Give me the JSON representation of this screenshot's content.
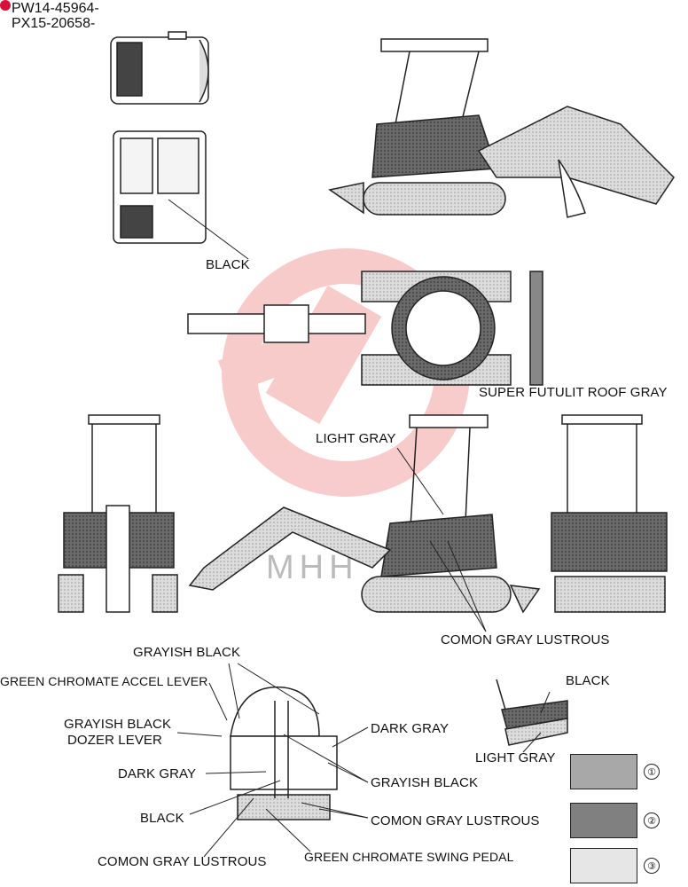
{
  "part_codes": [
    "PW14-45964-",
    "PX15-20658-"
  ],
  "labels": {
    "black_cab": "BLACK",
    "roof_gray": "SUPER FUTULIT ROOF GRAY",
    "light_gray_side": "LIGHT GRAY",
    "comon_gray_side": "COMON GRAY LUSTROUS",
    "grayish_black_top": "GRAYISH BLACK",
    "green_accel": "GREEN CHROMATE ACCEL LEVER",
    "grayish_black_dozer_1": "GRAYISH BLACK",
    "grayish_black_dozer_2": "DOZER LEVER",
    "dark_gray_right": "DARK GRAY",
    "dark_gray_left": "DARK GRAY",
    "grayish_black_right": "GRAYISH BLACK",
    "black_left": "BLACK",
    "comon_gray_right": "COMON GRAY LUSTROUS",
    "comon_gray_bottom": "COMON GRAY LUSTROUS",
    "green_swing": "GREEN CHROMATE SWING PEDAL",
    "black_seat": "BLACK",
    "light_gray_seat": "LIGHT GRAY"
  },
  "legend": [
    {
      "number": "①",
      "color": "#a8a8a8"
    },
    {
      "number": "②",
      "color": "#808080"
    },
    {
      "number": "③",
      "color": "#e6e6e6"
    }
  ],
  "watermark": "MHH"
}
